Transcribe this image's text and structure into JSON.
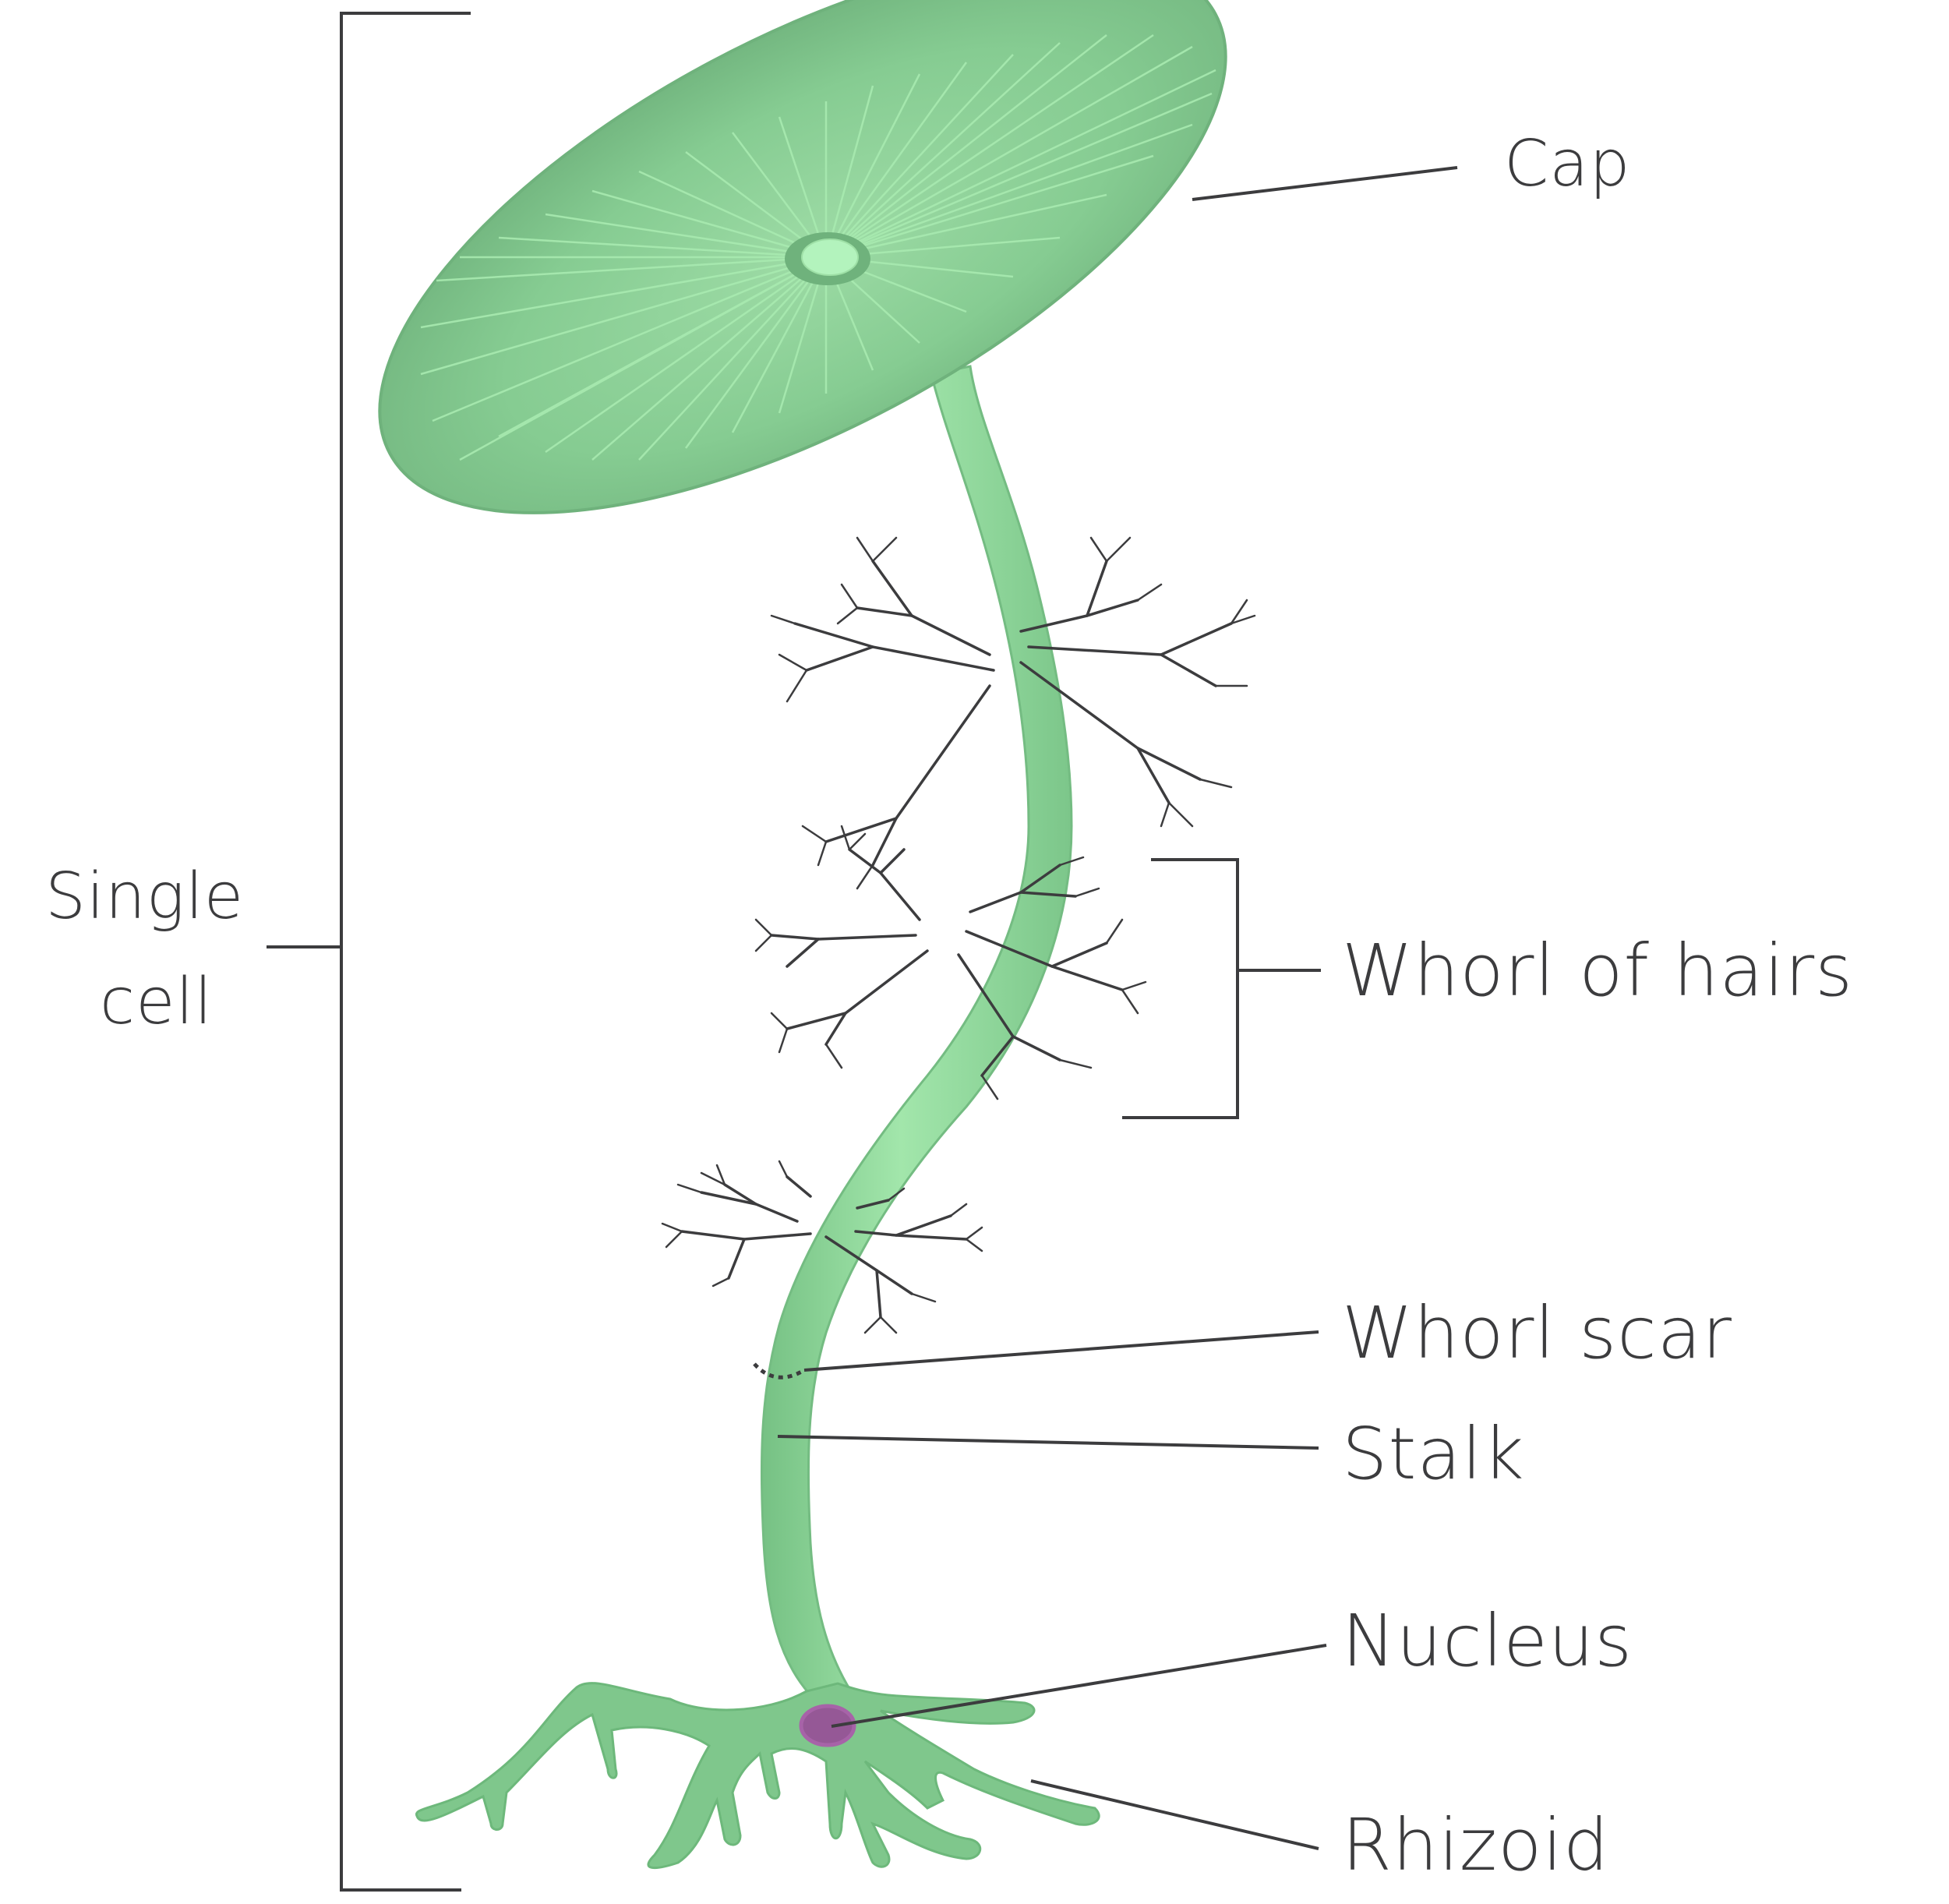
{
  "diagram": {
    "subject": "Single-celled green alga anatomy",
    "colors": {
      "cap_fill": "#7cc48a",
      "cap_light": "#9ee0a6",
      "cap_ridges": "#a8eab0",
      "cap_center": "#b3f3bd",
      "stalk_fill": "#8fd49a",
      "stalk_highlight": "#a1e5ab",
      "rhizoid_fill": "#7cc68a",
      "nucleus_fill": "#955896",
      "nucleus_edge": "#a763a8",
      "line_color": "#3c3c3e",
      "background": "#ffffff"
    },
    "labels": {
      "cap": "Cap",
      "single_cell_line1": "Single",
      "single_cell_line2": "cell",
      "whorl_of_hairs": "Whorl of hairs",
      "whorl_scar": "Whorl scar",
      "stalk": "Stalk",
      "nucleus": "Nucleus",
      "rhizoid": "Rhizoid"
    }
  }
}
